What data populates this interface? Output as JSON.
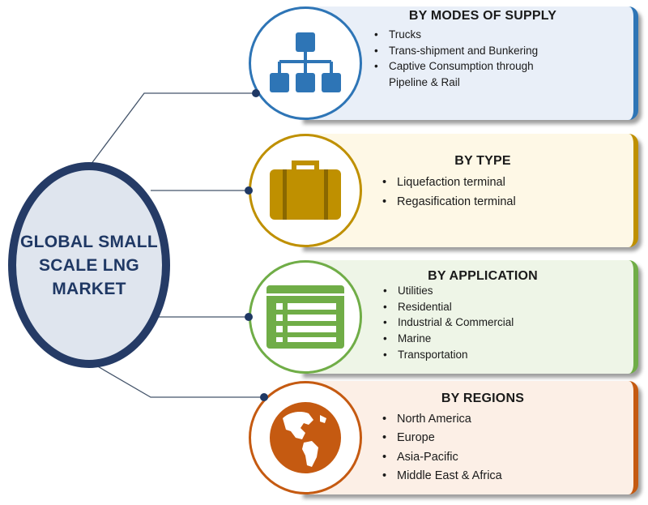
{
  "center": {
    "title": "GLOBAL SMALL SCALE LNG MARKET"
  },
  "segments": [
    {
      "title": "BY MODES OF SUPPLY",
      "icon": "hierarchy-icon",
      "bg": "#e9eff8",
      "accent": "#2e75b6",
      "items": [
        "Trucks",
        "Trans-shipment and Bunkering",
        "Captive Consumption through",
        "Pipeline & Rail"
      ]
    },
    {
      "title": "BY TYPE",
      "icon": "briefcase-icon",
      "bg": "#fef8e6",
      "accent": "#bf9000",
      "items": [
        "Liquefaction terminal",
        "Regasification terminal"
      ]
    },
    {
      "title": "BY APPLICATION",
      "icon": "list-form-icon",
      "bg": "#eef5e7",
      "accent": "#70ad47",
      "items": [
        "Utilities",
        "Residential",
        "Industrial & Commercial",
        "Marine",
        "Transportation"
      ]
    },
    {
      "title": "BY REGIONS",
      "icon": "globe-icon",
      "bg": "#fcefe6",
      "accent": "#c55a11",
      "items": [
        "North America",
        "Europe",
        "Asia-Pacific",
        "Middle East & Africa"
      ]
    }
  ],
  "colors": {
    "navy": "#1f3864",
    "center_fill": "#dfe5ee",
    "connector": "#44546a"
  }
}
